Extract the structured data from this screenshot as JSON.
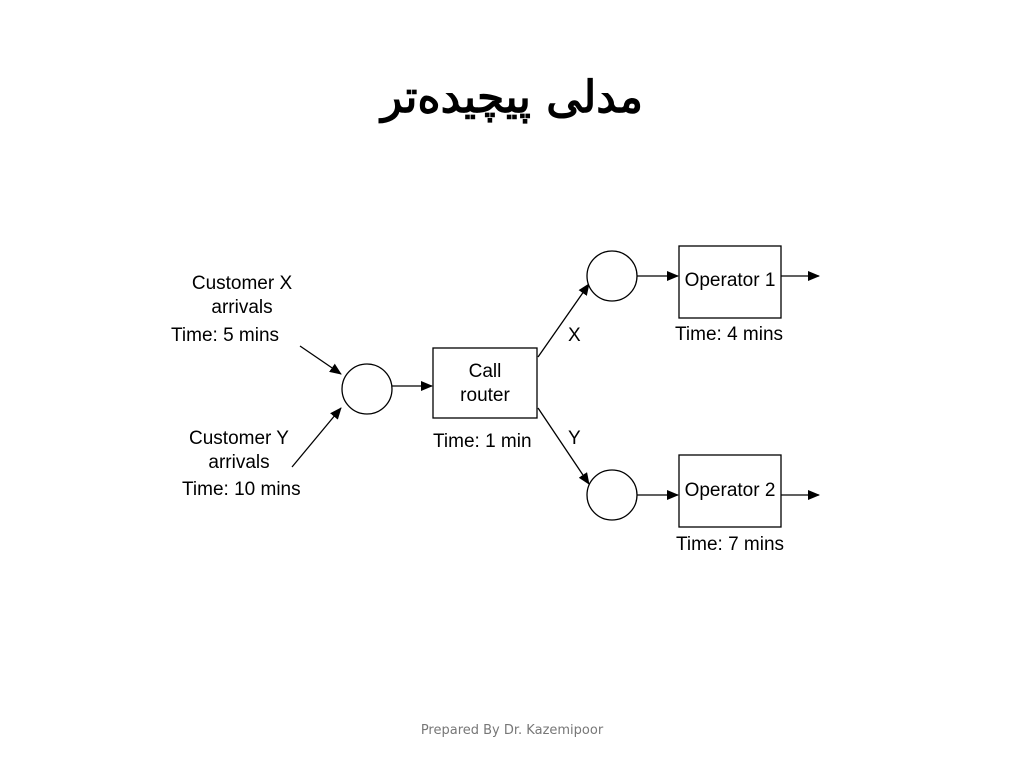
{
  "slide": {
    "title": "مدلی پیچیده‌تر",
    "footer": "Prepared By Dr. Kazemipoor"
  },
  "diagram": {
    "customer_x": {
      "line1": "Customer X",
      "line2": "arrivals",
      "time": "Time: 5 mins"
    },
    "customer_y": {
      "line1": "Customer Y",
      "line2": "arrivals",
      "time": "Time: 10 mins"
    },
    "call_router": {
      "line1": "Call",
      "line2": "router",
      "time": "Time: 1 min"
    },
    "branch_x_label": "X",
    "branch_y_label": "Y",
    "operator_1": {
      "label": "Operator 1",
      "time": "Time: 4 mins"
    },
    "operator_2": {
      "label": "Operator 2",
      "time": "Time: 7 mins"
    }
  }
}
